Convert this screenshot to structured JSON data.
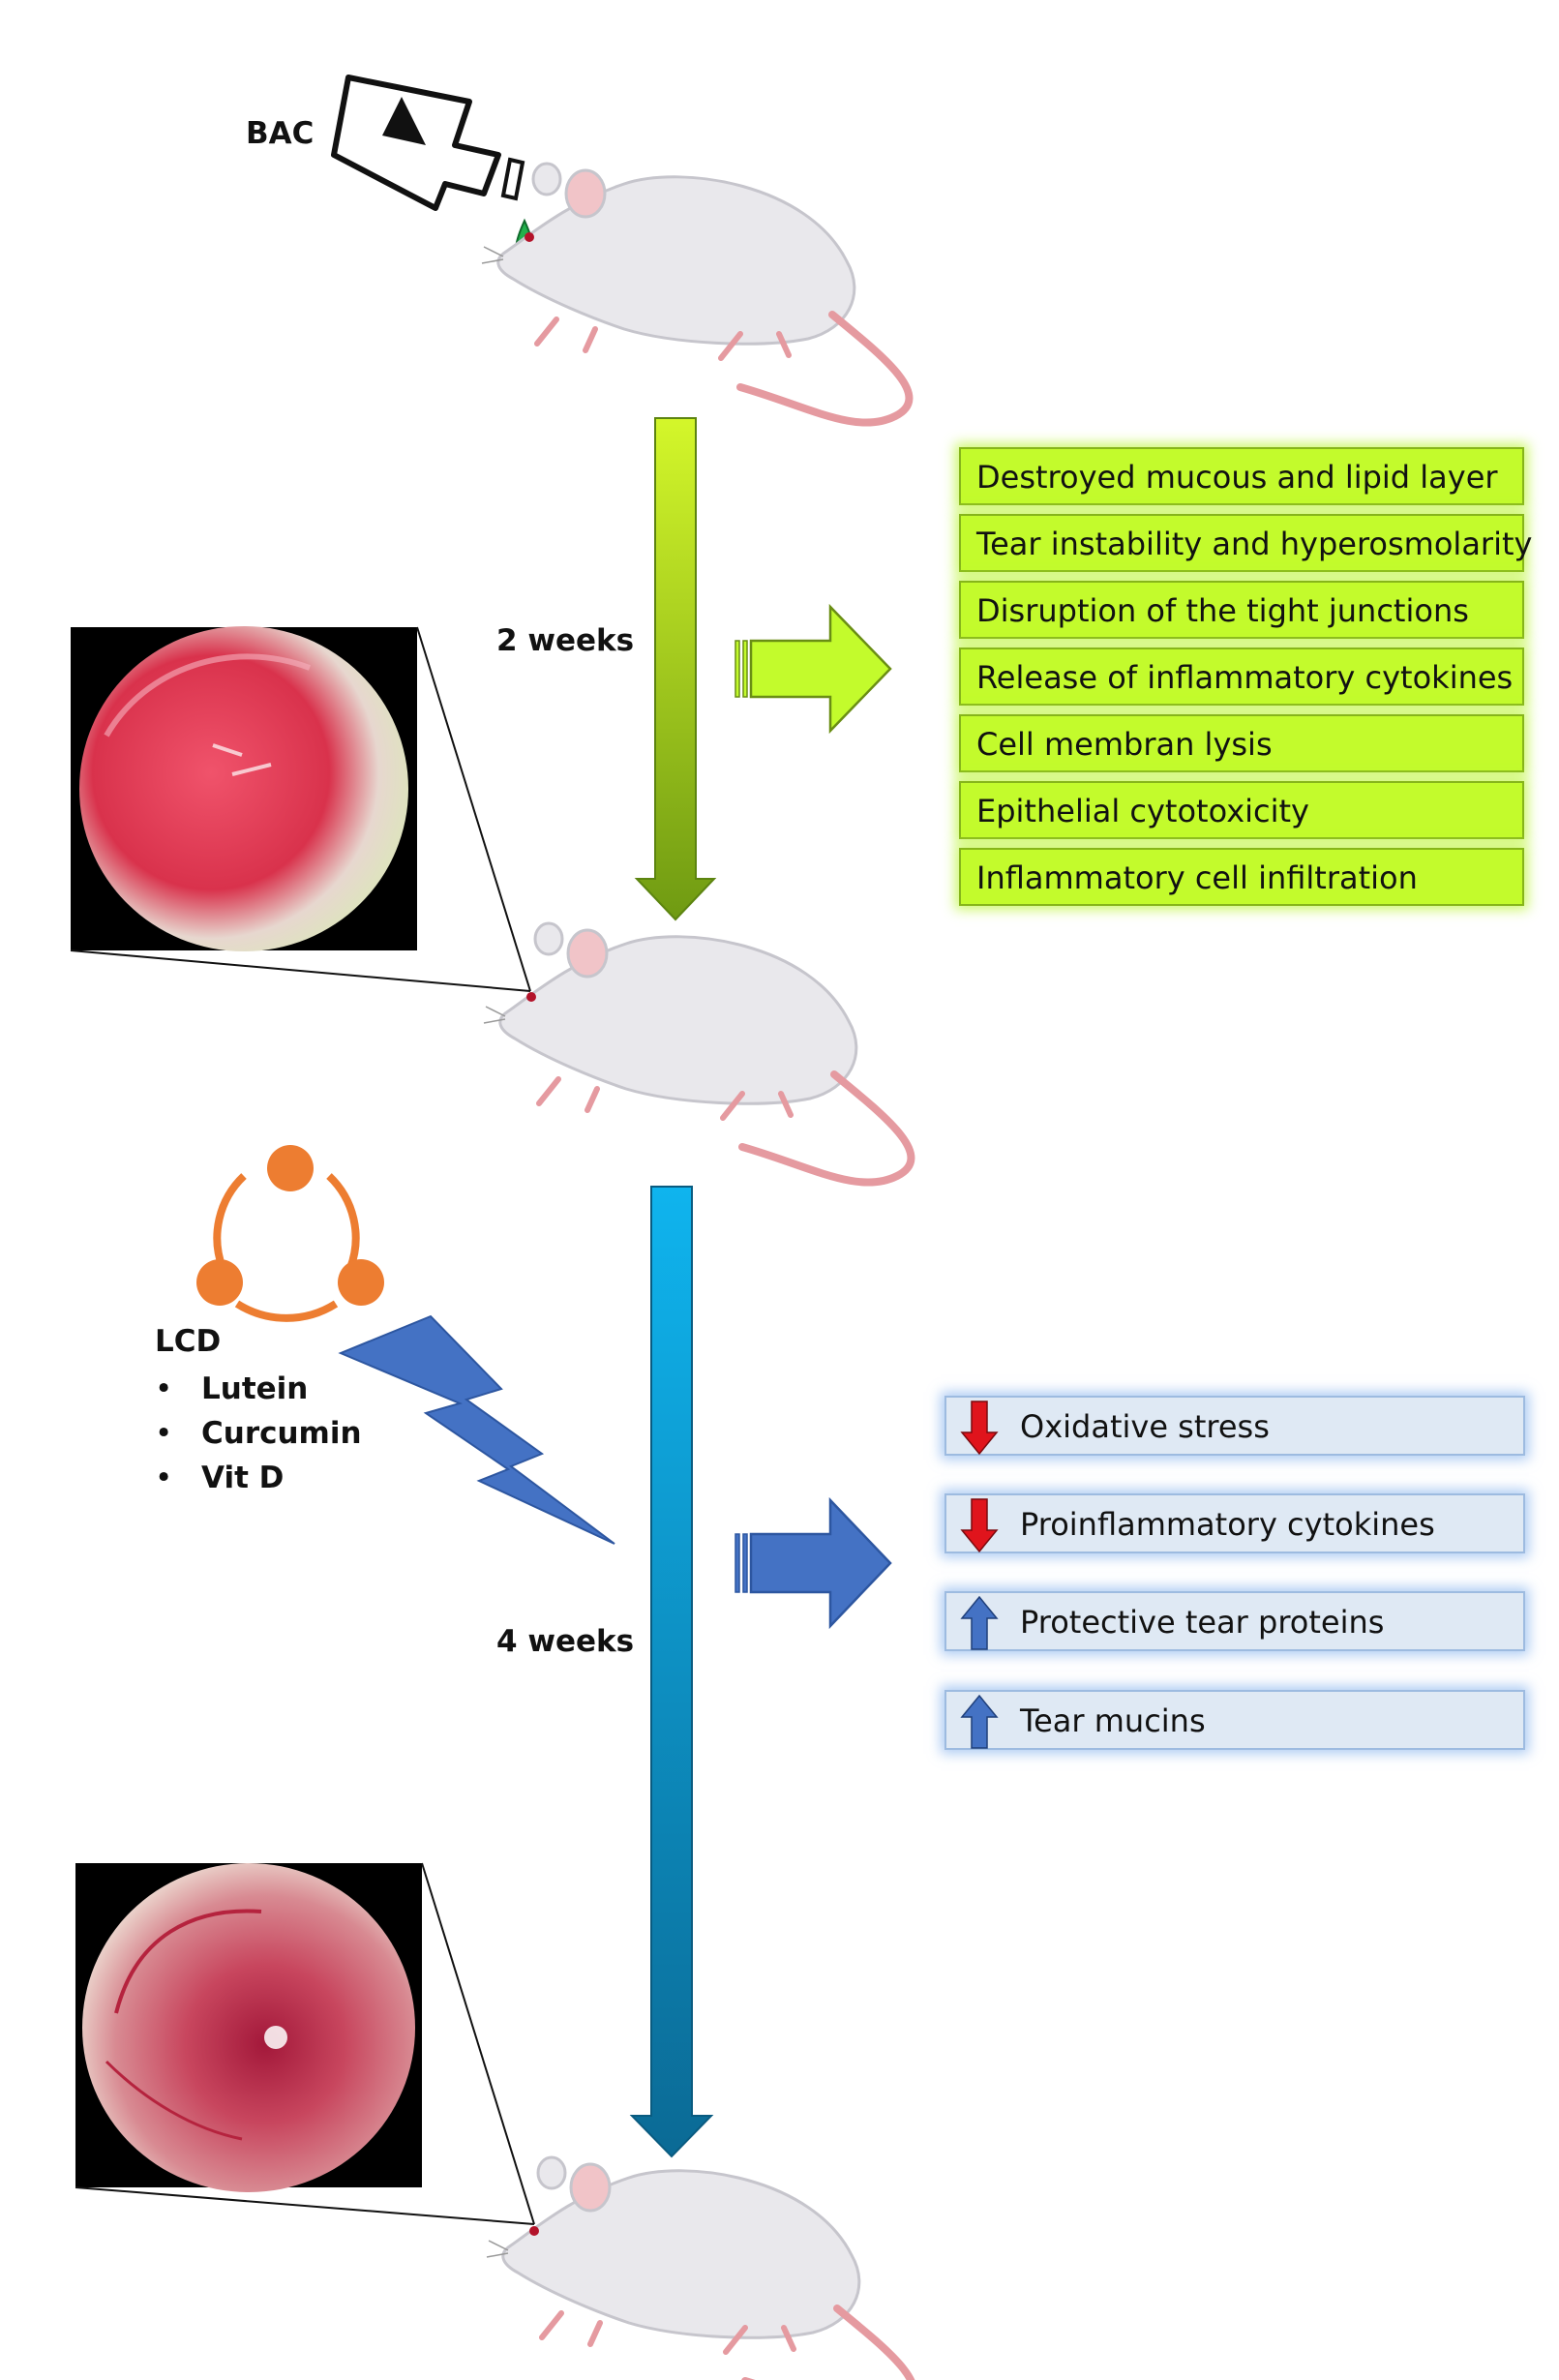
{
  "treatment_label": "BAC",
  "phase1": {
    "duration": "2 weeks",
    "effects": [
      "Destroyed mucous and lipid layer",
      "Tear instability and hyperosmolarity",
      "Disruption of the tight junctions",
      "Release of inflammatory cytokines",
      "Cell membran lysis",
      "Epithelial cytotoxicity",
      "Inflammatory cell infiltration"
    ],
    "color": "#b5e61d"
  },
  "phase2": {
    "duration": "4 weeks",
    "diet_label": "LCD",
    "diet_items": [
      "Lutein",
      "Curcumin",
      "Vit D"
    ],
    "outcomes": [
      {
        "text": "Oxidative stress",
        "direction": "down",
        "icon": "red-down-arrow-icon"
      },
      {
        "text": "Proinflammatory cytokines",
        "direction": "down",
        "icon": "red-down-arrow-icon"
      },
      {
        "text": "Protective tear proteins",
        "direction": "up",
        "icon": "blue-up-arrow-icon"
      },
      {
        "text": "Tear mucins",
        "direction": "up",
        "icon": "blue-up-arrow-icon"
      }
    ],
    "color": "#0ba6e0"
  },
  "colors": {
    "green_box": "#c3fb2c",
    "blue_box": "#dfe9f4",
    "arrow_blue": "#4472c4",
    "orange": "#ed7d31",
    "down_arrow": "#e0141c"
  }
}
